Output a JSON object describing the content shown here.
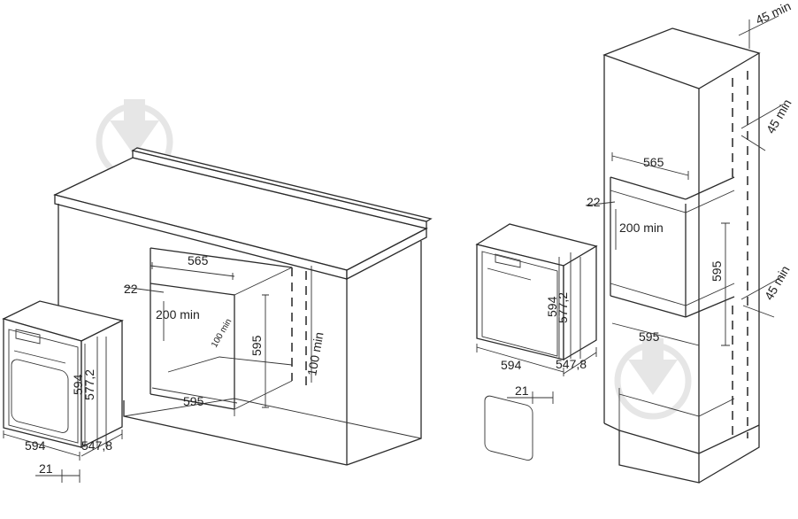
{
  "dimensions": {
    "oven_width": "594",
    "oven_height": "594",
    "oven_inner_height": "577,2",
    "oven_depth": "547,8",
    "front_thickness": "21",
    "niche_width_top": "565",
    "niche_width_bottom": "595",
    "niche_height": "595",
    "gap_22": "22",
    "min_200": "200 min",
    "min_100_small": "100 min",
    "min_100": "100 min",
    "vent_45": "45 min"
  }
}
